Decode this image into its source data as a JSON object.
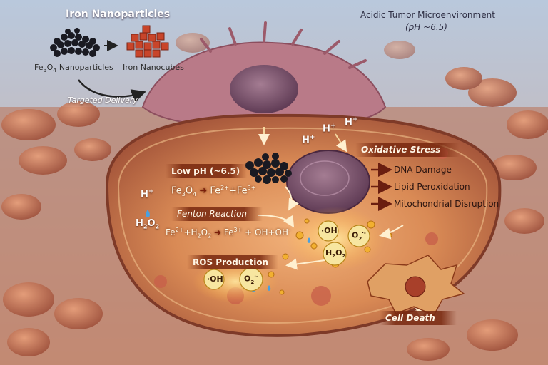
{
  "panel_left": {
    "title": "Iron Nanoparticles",
    "nanoparticles_label_base": "Fe",
    "nanoparticles_label_sub1": "3",
    "nanoparticles_label_mid": "O",
    "nanoparticles_label_sub2": "4",
    "nanoparticles_label_rest": " Nanoparticles",
    "nanocubes_label": "Iron Nanocubes",
    "delivery_label": "Targeted Delivery"
  },
  "panel_right": {
    "title": "Acidic Tumor Microenvironment",
    "subtitle": "(pH ~6.5)"
  },
  "cell": {
    "proton_labels": [
      "H",
      "H",
      "H",
      "H"
    ],
    "proton_charge": "+",
    "low_ph_label": "Low pH (~6.5)",
    "dissolution": {
      "reactant": "Fe",
      "reactant_sub1": "3",
      "reactant_o": "O",
      "reactant_sub2": "4",
      "product1": "Fe",
      "product1_sup": "2+",
      "plus": "+",
      "product2": "Fe",
      "product2_sup": "3+"
    },
    "h2o2_label": "H",
    "h2o2_sub1": "2",
    "h2o2_o": "O",
    "h2o2_sub2": "2",
    "fenton_label": "Fenton Reaction",
    "fenton_equation": {
      "fe": "Fe",
      "fe_sup": "2+",
      "plus1": "+H",
      "h2o2_sub": "2",
      "o": "O",
      "o_sub": "2",
      "fe3": "Fe",
      "fe3_sup": "3+",
      "plus2": "+",
      "oh": "OH",
      "plus3": "+OH",
      "oh_minus": "-"
    },
    "ros_label": "ROS Production",
    "ros_species": {
      "hydroxyl": "·OH",
      "superoxide": "O",
      "superoxide_sub": "2",
      "superoxide_sup": "·-",
      "peroxide": "H",
      "peroxide_sub1": "2",
      "peroxide_o": "O",
      "peroxide_sub2": "2"
    },
    "oxidative_stress_label": "Oxidative Stress",
    "effects": [
      "DNA Damage",
      "Lipid Peroxidation",
      "Mitochondrial Disruption"
    ],
    "cell_death_label": "Cell Death"
  },
  "colors": {
    "accent_banner": "#78280f",
    "arrow": "#6a1e10",
    "nanoparticle": "#1a1a22",
    "nanocube": "#c8452a",
    "cytoplasm": "#d07a4a",
    "nucleus": "#7a4e6a"
  }
}
